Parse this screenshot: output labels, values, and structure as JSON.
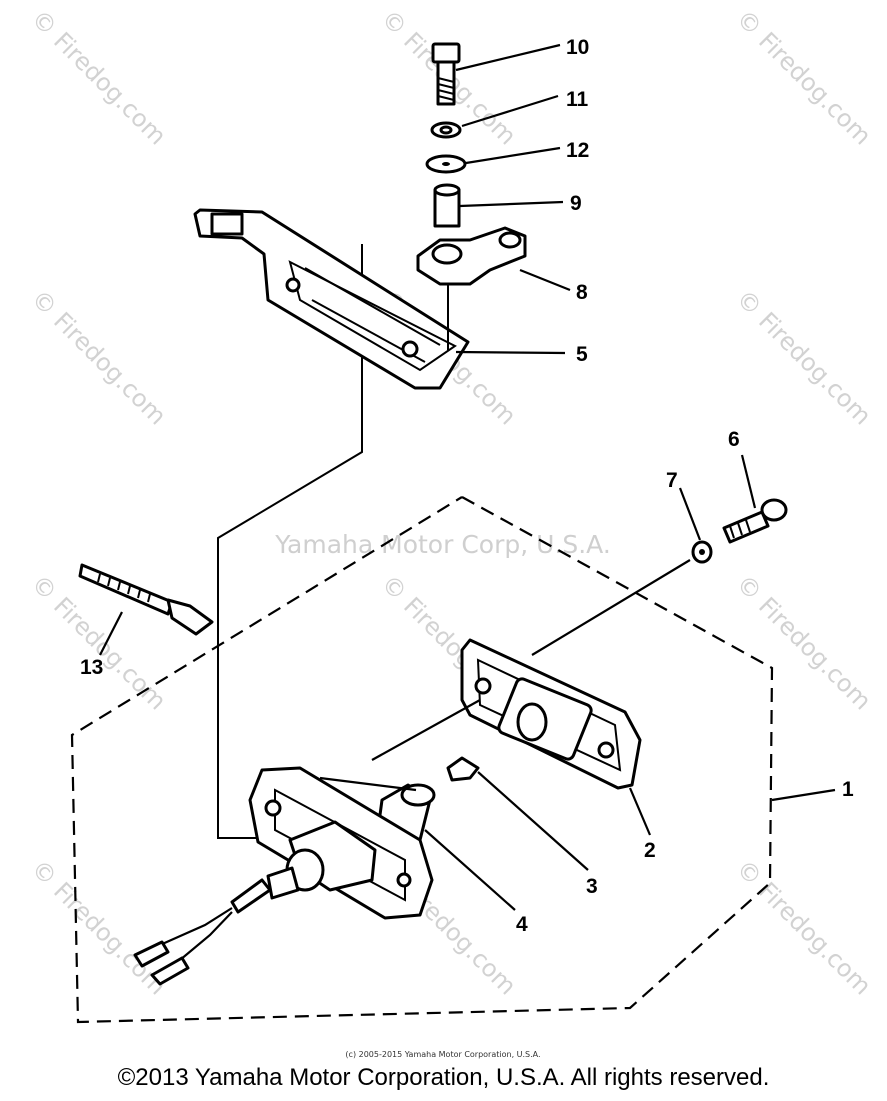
{
  "diagram": {
    "callouts": [
      {
        "label": "10"
      },
      {
        "label": "11"
      },
      {
        "label": "12"
      },
      {
        "label": "9"
      },
      {
        "label": "8"
      },
      {
        "label": "5"
      },
      {
        "label": "6"
      },
      {
        "label": "7"
      },
      {
        "label": "13"
      },
      {
        "label": "1"
      },
      {
        "label": "2"
      },
      {
        "label": "3"
      },
      {
        "label": "4"
      }
    ],
    "watermark_main": "Yamaha Motor Corp, U.S.A.",
    "watermark_tile": "© Firedog.com",
    "small_copyright": "(c) 2005-2015 Yamaha Motor Corporation, U.S.A."
  },
  "footer": {
    "copyright": "©2013 Yamaha Motor Corporation, U.S.A. All rights reserved."
  }
}
